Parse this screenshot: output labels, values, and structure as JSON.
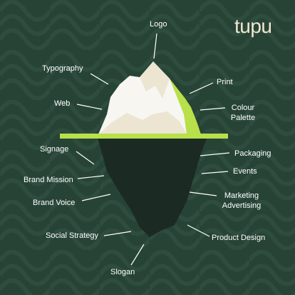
{
  "brand": {
    "name": "tupu"
  },
  "colors": {
    "background": "#274335",
    "pattern": "#2f4e3f",
    "waterline": "#b7e04a",
    "ice_dark": "#1b2b24",
    "ice_white": "#f7f6f1",
    "ice_cream": "#ece5d2",
    "ice_lime": "#b7e04a",
    "brand_text": "#efe7cf",
    "label_text": "#ffffff"
  },
  "above_surface": [
    "Logo",
    "Typography",
    "Print",
    "Web",
    "Colour Palette"
  ],
  "below_surface": [
    "Signage",
    "Packaging",
    "Brand Mission",
    "Events",
    "Brand Voice",
    "Marketing Advertising",
    "Social Strategy",
    "Product Design",
    "Slogan"
  ],
  "labels": {
    "logo": "Logo",
    "typography": "Typography",
    "print": "Print",
    "web": "Web",
    "colour_palette": "Colour Palette",
    "signage": "Signage",
    "packaging": "Packaging",
    "brand_mission": "Brand Mission",
    "events": "Events",
    "brand_voice": "Brand Voice",
    "marketing_advertising": "Marketing Advertising",
    "social_strategy": "Social Strategy",
    "product_design": "Product Design",
    "slogan": "Slogan"
  }
}
